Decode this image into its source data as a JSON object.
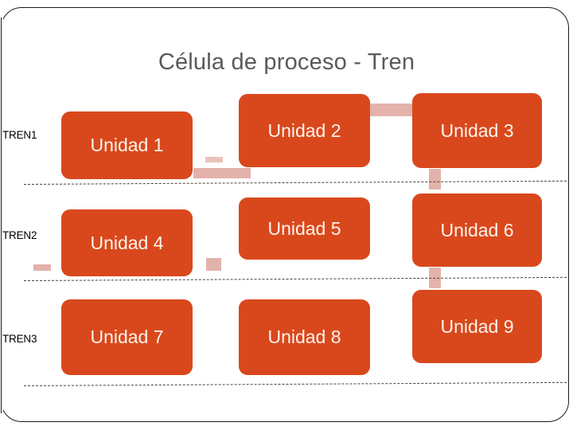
{
  "page": {
    "title": "Célula de proceso - Tren",
    "background_color": "#ffffff",
    "frame_border_color": "#1a1a1a"
  },
  "colors": {
    "box_fill": "#d9481c",
    "box_text": "#fdf3ec",
    "title_text": "#5a5a5a",
    "connector": "#e2b2ab",
    "connector_pale": "#e8c2bb",
    "divider": "#4a4036",
    "tren_label": "#000000"
  },
  "rows": [
    {
      "label": "TREN1",
      "units": [
        {
          "label": "Unidad 1"
        },
        {
          "label": "Unidad 2"
        },
        {
          "label": "Unidad 3"
        }
      ]
    },
    {
      "label": "TREN2",
      "units": [
        {
          "label": "Unidad 4"
        },
        {
          "label": "Unidad 5"
        },
        {
          "label": "Unidad 6"
        }
      ]
    },
    {
      "label": "TREN3",
      "units": [
        {
          "label": "Unidad 7"
        },
        {
          "label": "Unidad 8"
        },
        {
          "label": "Unidad 9"
        }
      ]
    }
  ],
  "connectors": [
    {
      "name": "connector-unidad2-unidad3",
      "orientation": "horizontal"
    },
    {
      "name": "connector-unidad1-unidad2-upper",
      "orientation": "horizontal"
    },
    {
      "name": "connector-unidad1-unidad2-lower",
      "orientation": "horizontal"
    },
    {
      "name": "connector-unidad3-unidad6",
      "orientation": "vertical"
    },
    {
      "name": "connector-unidad6-unidad9",
      "orientation": "vertical"
    },
    {
      "name": "connector-unidad4-left",
      "orientation": "horizontal"
    },
    {
      "name": "connector-unidad4-unidad5",
      "orientation": "horizontal"
    }
  ],
  "dividers": [
    {
      "name": "row-divider-1"
    },
    {
      "name": "row-divider-2"
    },
    {
      "name": "row-divider-3"
    }
  ]
}
